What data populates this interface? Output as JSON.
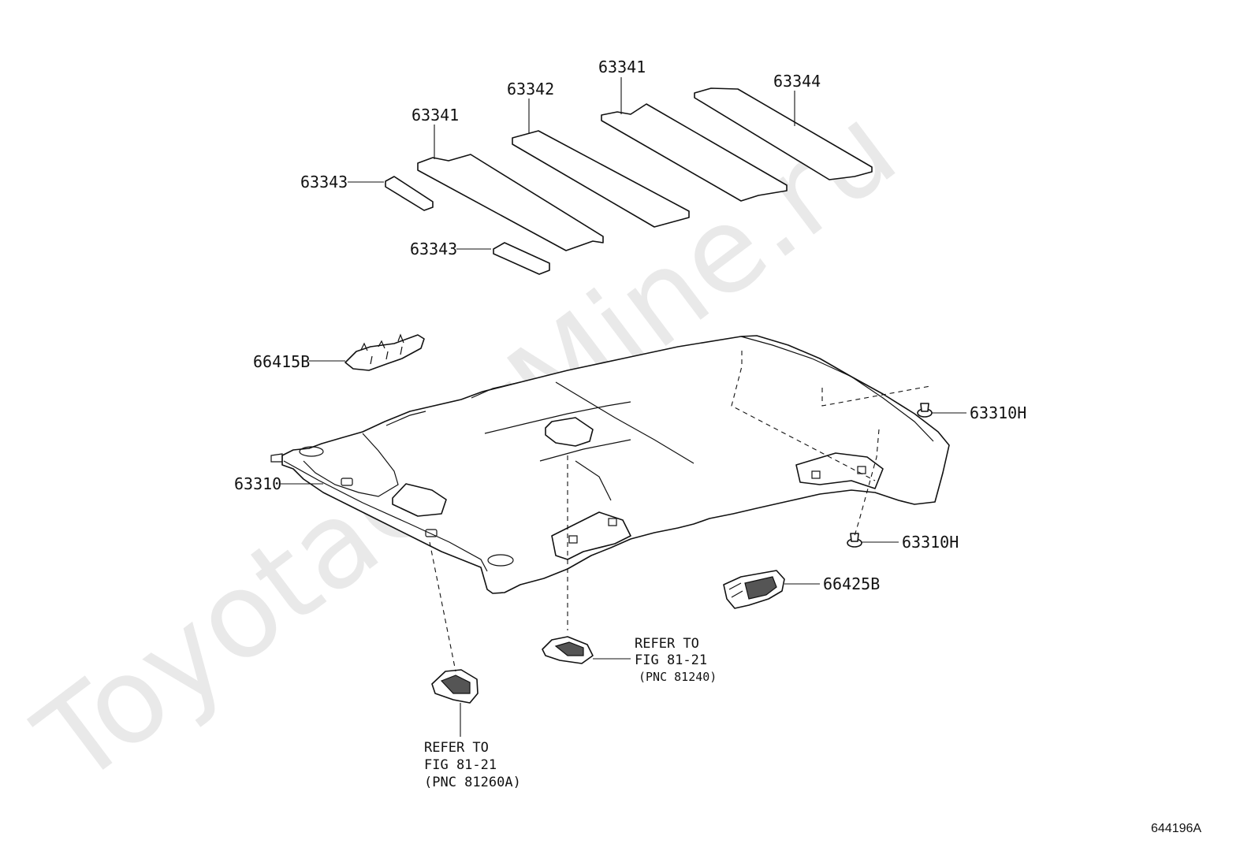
{
  "watermark": "ToyotaCarMine.ru",
  "figure_id": "644196A",
  "parts": [
    {
      "id": "63341",
      "label": "63341"
    },
    {
      "id": "63342",
      "label": "63342"
    },
    {
      "id": "63341-b",
      "label": "63341"
    },
    {
      "id": "63344",
      "label": "63344"
    },
    {
      "id": "63343",
      "label": "63343"
    },
    {
      "id": "63343-b",
      "label": "63343"
    },
    {
      "id": "66415B",
      "label": "66415B"
    },
    {
      "id": "63310",
      "label": "63310"
    },
    {
      "id": "63310H",
      "label": "63310H"
    },
    {
      "id": "63310H-b",
      "label": "63310H"
    },
    {
      "id": "66425B",
      "label": "66425B"
    }
  ],
  "references": [
    {
      "line1": "REFER TO",
      "line2": "FIG 81-21",
      "line3": "(PNC 81240)"
    },
    {
      "line1": "REFER TO",
      "line2": "FIG 81-21",
      "line3": "(PNC 81260A)"
    }
  ]
}
